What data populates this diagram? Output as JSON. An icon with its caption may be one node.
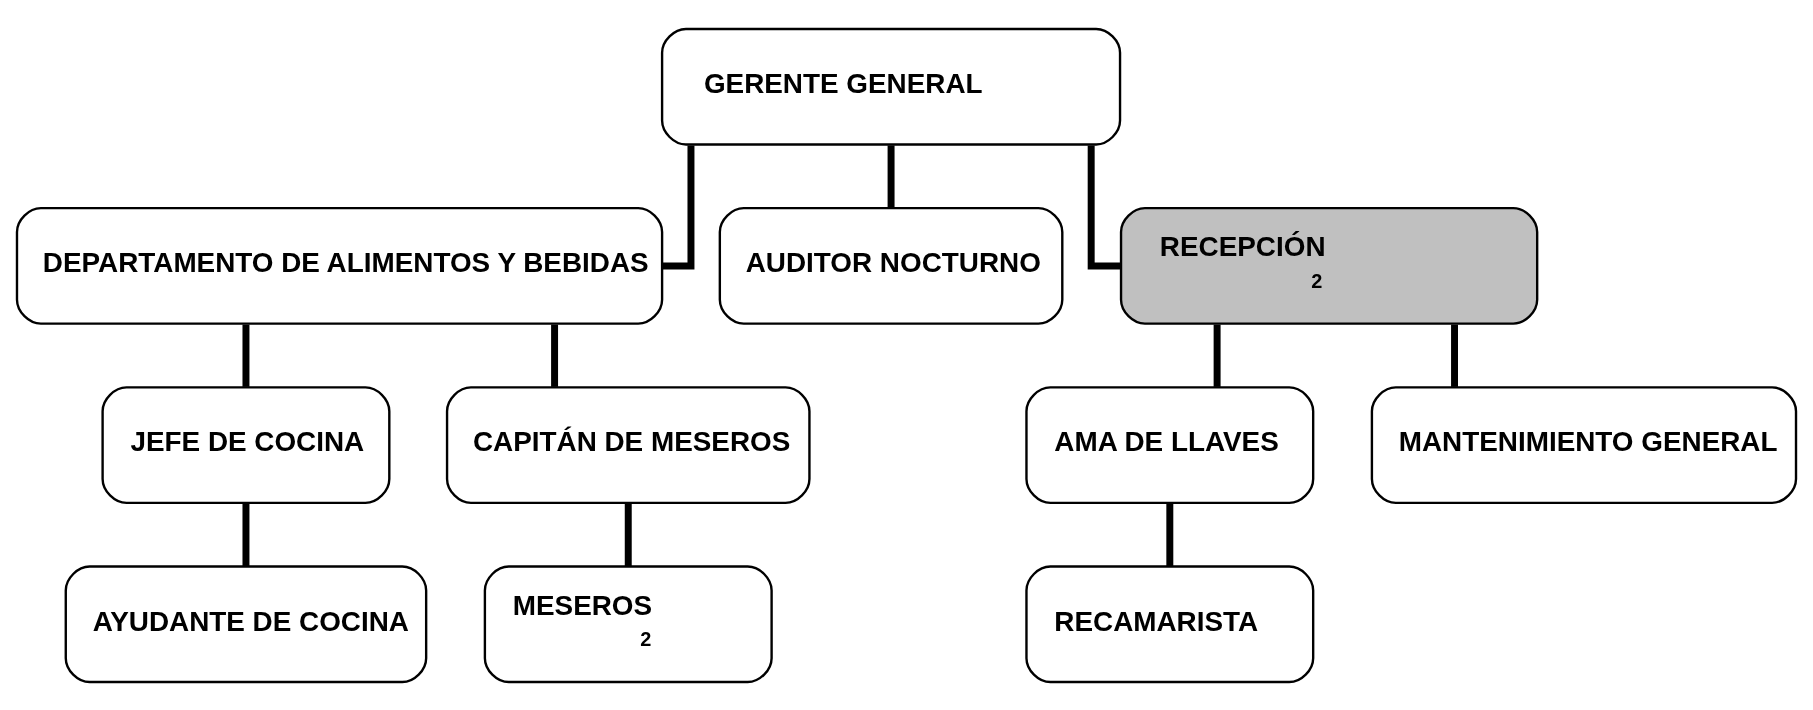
{
  "diagram": {
    "nodes": [
      {
        "text": [
          "GERENTE GENERAL"
        ]
      },
      {
        "text": [
          "DEPARTAMENTO DE ALIMENTOS Y BEBIDAS"
        ]
      },
      {
        "text": [
          "AUDITOR NOCTURNO"
        ]
      },
      {
        "text": [
          "RECEPCIÓN",
          "2"
        ]
      },
      {
        "text": [
          "JEFE DE COCINA"
        ]
      },
      {
        "text": [
          "CAPITÁN DE MESEROS"
        ]
      },
      {
        "text": [
          "AMA DE LLAVES"
        ]
      },
      {
        "text": [
          "MANTENIMIENTO GENERAL"
        ]
      },
      {
        "text": [
          "AYUDANTE DE COCINA"
        ]
      },
      {
        "text": [
          "MESEROS",
          "2"
        ]
      },
      {
        "text": [
          "RECAMARISTA"
        ]
      }
    ],
    "edges": [
      {
        "from": 0,
        "to": 1,
        "arrow": "none"
      },
      {
        "from": 0,
        "to": 2,
        "arrow": "none"
      },
      {
        "from": 0,
        "to": 3,
        "arrow": "none"
      },
      {
        "from": 1,
        "to": 4,
        "arrow": "none"
      },
      {
        "from": 1,
        "to": 5,
        "arrow": "none"
      },
      {
        "from": 3,
        "to": 6,
        "arrow": "none"
      },
      {
        "from": 3,
        "to": 7,
        "arrow": "none"
      },
      {
        "from": 4,
        "to": 8,
        "arrow": "none"
      },
      {
        "from": 5,
        "to": 9,
        "arrow": "none"
      },
      {
        "from": 6,
        "to": 10,
        "arrow": "none"
      }
    ]
  }
}
